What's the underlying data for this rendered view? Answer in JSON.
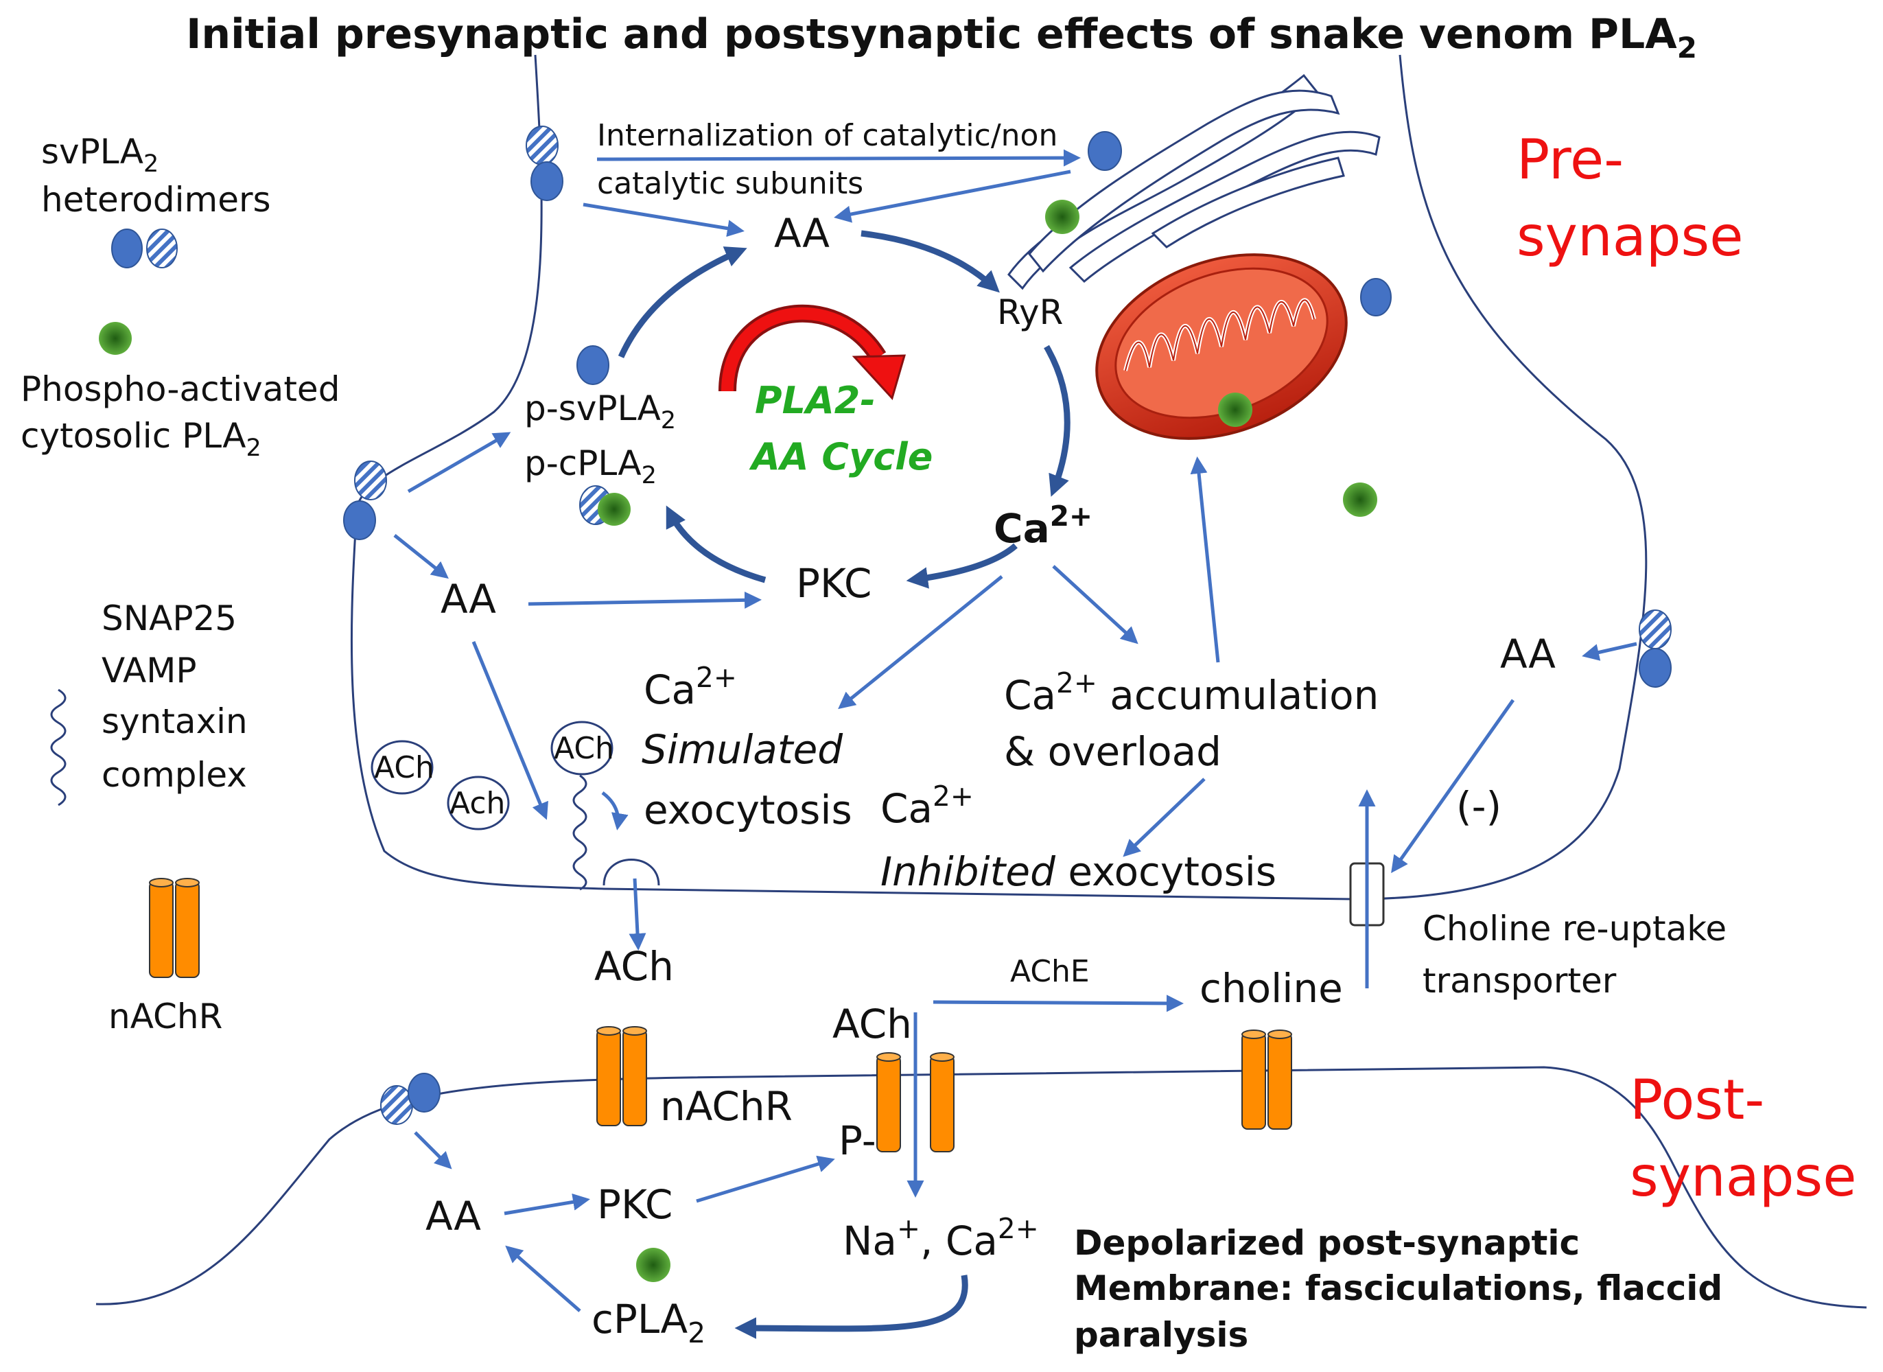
{
  "title": {
    "main": "Initial presynaptic and postsynaptic effects of snake venom PLA",
    "sub": "2"
  },
  "regions": {
    "pre_line1": "Pre-",
    "pre_line2": "synapse",
    "post_line1": "Post-",
    "post_line2": "synapse"
  },
  "legend": {
    "heterodimers_line1": "svPLA",
    "heterodimers_sub": "2",
    "heterodimers_line2": "heterodimers",
    "cpla_line1": "Phospho-activated",
    "cpla_line2": "cytosolic  PLA",
    "cpla_sub": "2",
    "snare_line1": "SNAP25",
    "snare_line2": "VAMP",
    "snare_line3": "syntaxin",
    "snare_line4": "complex",
    "nachr": "nAChR"
  },
  "labels": {
    "internalization_line1": "Internalization of catalytic/non",
    "internalization_line2": "catalytic  subunits",
    "aa_top": "AA",
    "ryr": "RyR",
    "psvpla": "p-svPLA",
    "pcpla": "p-cPLA",
    "sub2": "2",
    "cycle_line1": "PLA2-",
    "cycle_line2": "AA Cycle",
    "ca": "Ca",
    "ca_sup": "2+",
    "pkc": "PKC",
    "aa_left": "AA",
    "aa_right": "AA",
    "stim_line2": "Simulated",
    "stim_line3": "exocytosis",
    "accum_line1": " accumulation",
    "accum_line2": "& overload",
    "inhib_italic": "Inhibited",
    "inhib_rest": " exocytosis",
    "ach": "ACh",
    "ach_alt": "Ach",
    "minus": "(-)",
    "transporter_line1": "Choline re-uptake",
    "transporter_line2": "transporter",
    "ache": "AChE",
    "choline": "choline",
    "nachr_post": "nAChR",
    "p_minus": "P-",
    "na": "Na",
    "na_sup": "+",
    "ca_sep": ", Ca",
    "aa_post": "AA",
    "pkc_post": "PKC",
    "cpla_post": "cPLA",
    "depol_line1": "Depolarized post-synaptic",
    "depol_line2": "Membrane: fasciculations, flaccid",
    "depol_line3": "paralysis"
  },
  "colors": {
    "arrow": "#4472c4",
    "arrow_dark": "#2f5597",
    "membrane": "#2a3f7a",
    "blue_subunit": "#4472c4",
    "green_cpla2": "#3a8f2a",
    "receptor": "#ff8c00",
    "mito": "#d9361f",
    "region_label": "#ee1111",
    "cycle_label": "#22aa22"
  }
}
